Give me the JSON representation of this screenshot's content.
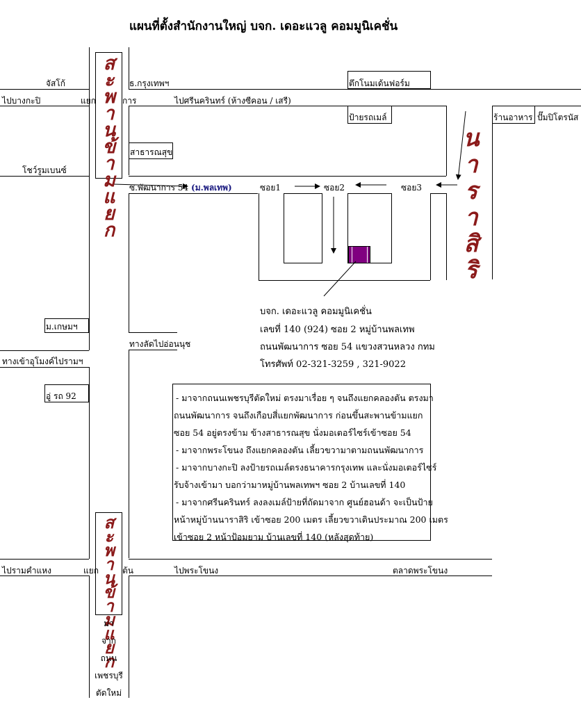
{
  "title": "แผนที่ตั้งสำนักงานใหญ่ บจก. เดอะแวลู คอมมูนิเคชั่น",
  "labels": {
    "jusco": "จัสโก้",
    "to_bangkapi": "ไปบางกะปิ",
    "intersection_top": "แยก",
    "pattanakarn_top": "การ",
    "krungthep_bank": "ธ.กรุงเทพฯ",
    "to_seacon": "ไปศรีนครินทร์ (ห้างซีคอน / เสรี)",
    "tuk_nomdenform": "ตึกโนมเด้นฟอร์ม",
    "bus_stop": "ป้ายรถเมล์",
    "restaurant": "ร้านอาหาร",
    "pt_pump": "ปั๊มปิโตรนัส",
    "health_station": "สาธารณสุข",
    "showroom": "โชว์รูมเบนซ์",
    "soi_pattanakarn54": "ซ.พัฒนาการ 54",
    "moo_ponthep": "(ม.พลเทพ)",
    "soi1": "ซอย1",
    "soi2": "ซอย2",
    "soi3": "ซอย3",
    "moo_kasem": "ม.เกษมฯ",
    "shortcut": "ทางลัดไปอ่อนนุช",
    "to_udomsuk": "ทางเข้าอุโมงค์ไปรามฯ",
    "garage": "อู่ รถ 92",
    "to_ramkhamhaeng": "ไปรามคำแหง",
    "intersection_bottom": "แยก",
    "klongton": "ต้น",
    "to_phrakhanong": "ไปพระโขนง",
    "phrakhanong_market": "ตลาดพระโขนง"
  },
  "vertical": {
    "bridge_top": "สะพานข้ามแยก",
    "narasiri": "นาราสิริ",
    "bridge_bottom": "สะพานข้ามแยก"
  },
  "bottom_stack": [
    "มา",
    "จาก",
    "ถนน",
    "เพชรบุรี",
    "ตัดใหม่"
  ],
  "company": [
    "บจก. เดอะแวลู คอมมูนิเคชั่น",
    "เลขที่ 140 (924) ซอย 2 หมู่บ้านพลเทพ",
    "ถนนพัฒนาการ  ซอย 54 แขวงสวนหลวง กทม",
    "โทรศัพท์ 02-321-3259 , 321-9022"
  ],
  "directions": [
    " - มาจากถนนเพชรบุรีตัดใหม่ ตรงมาเรื่อย ๆ จนถึงแยกคลองตัน ตรงมา",
    "ถนนพัฒนาการ จนถึงเกือบสี่แยกพัฒนาการ ก่อนขึ้นสะพานข้ามแยก",
    "ซอย 54 อยู่ตรงข้าม ข้างสาธารณสุข นั่งมอเตอร์ไซร์เข้าซอย 54",
    " - มาจากพระโขนง ถึงแยกคลองตัน เลี้ยวขวามาตามถนนพัฒนาการ",
    " - มาจากบางกะปิ ลงป้ายรถเมล์ตรงธนาคารกรุงเทพ และนั่งมอเตอร์ไซร์",
    "รับจ้างเข้ามา บอกว่ามาหมู่บ้านพลเทพฯ ซอย 2 บ้านเลขที่ 140",
    " - มาจากศรีนครินทร์ ลงลงเมล์ป้ายที่ถัดมาจาก ศูนย์ฮอนด้า จะเป็นป้าย",
    " หน้าหมู่บ้านนาราสิริ เข้าซอย 200 เมตร เลี้ยวขวาเดินประมาณ 200 เมตร",
    "เข้าซอย 2 หน้าป้อมยาม บ้านเลขที่ 140 (หลังสุดท้าย)"
  ],
  "colors": {
    "bridge_text": "#8b1a1a",
    "office_marker": "#800080",
    "moo_ponthep_text": "#1a1a80"
  }
}
